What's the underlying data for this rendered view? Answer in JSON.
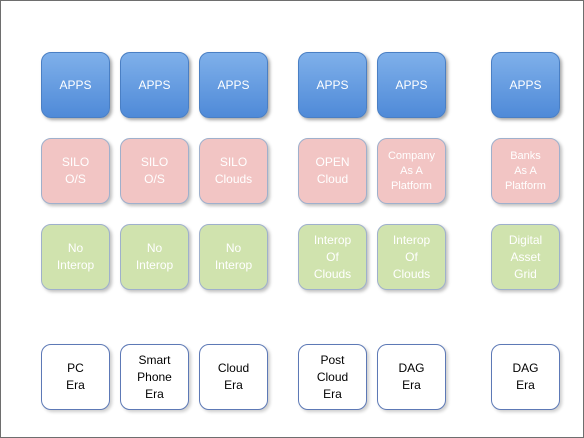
{
  "rows": {
    "apps": [
      "APPS",
      "APPS",
      "APPS",
      "APPS",
      "APPS",
      "APPS"
    ],
    "platform": [
      "SILO\nO/S",
      "SILO\nO/S",
      "SILO\nClouds",
      "OPEN\nCloud",
      "Company\nAs A\nPlatform",
      "Banks\nAs A\nPlatform"
    ],
    "interop": [
      "No\nInterop",
      "No\nInterop",
      "No\nInterop",
      "Interop\nOf\nClouds",
      "Interop\nOf\nClouds",
      "Digital\nAsset\nGrid"
    ],
    "era": [
      "PC\nEra",
      "Smart\nPhone\nEra",
      "Cloud\nEra",
      "Post\nCloud\nEra",
      "DAG\nEra",
      "DAG\nEra"
    ]
  },
  "colors": {
    "apps": "#5b95dd",
    "platform": "#f2c5c4",
    "interop": "#d0e3ae",
    "era_border": "#5d79b6"
  }
}
